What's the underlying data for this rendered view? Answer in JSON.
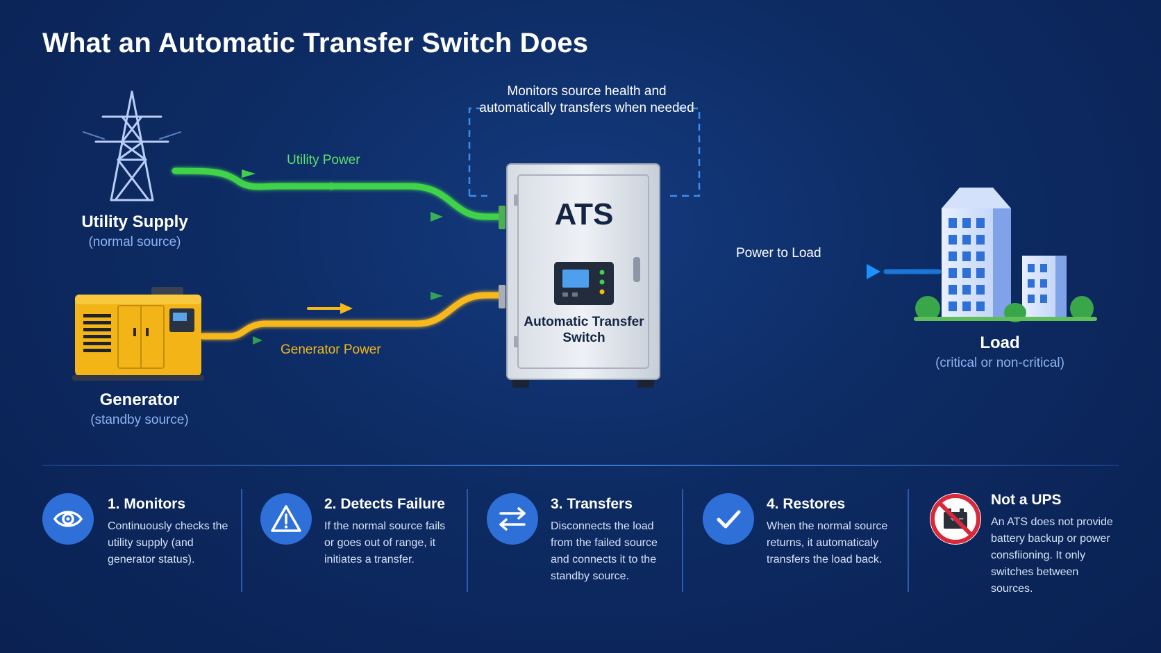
{
  "title": "What an Automatic Transfer Switch Does",
  "sources": {
    "utility": {
      "name": "Utility Supply",
      "sub": "(normal source)"
    },
    "generator": {
      "name": "Generator",
      "sub": "(standby source)"
    }
  },
  "monitor_note": "Monitors source health and automatically transfers when needed",
  "flows": {
    "utility": "Utility Power",
    "generator": "Generator Power",
    "load": "Power to Load"
  },
  "ats": {
    "title": "ATS",
    "subtitle": "Automatic Transfer Switch"
  },
  "load": {
    "name": "Load",
    "sub": "(critical or non-critical)"
  },
  "colors": {
    "utility": "#3fd24a",
    "generator": "#f6b81a",
    "load": "#1e90ff",
    "accent": "#2f6fd8",
    "ups_warning": "#d8283a"
  },
  "icons": {
    "monitors": "eye-icon",
    "detects": "warning-icon",
    "transfers": "swap-arrows-icon",
    "restores": "checkmark-icon",
    "ups": "no-battery-icon"
  },
  "steps": [
    {
      "title": "1. Monitors",
      "text": "Continuously checks the utility supply (and generator status)."
    },
    {
      "title": "2. Detects Failure",
      "text": "If the normal source fails or goes out of range, it initiates a transfer."
    },
    {
      "title": "3. Transfers",
      "text": "Disconnects the load from the failed source and connects it to the standby source."
    },
    {
      "title": "4. Restores",
      "text": "When the normal source returns, it automaticaly transfers the load back."
    },
    {
      "title": "Not a UPS",
      "text": "An ATS does not provide battery backup or power consfiioning. It only switches between sources."
    }
  ]
}
